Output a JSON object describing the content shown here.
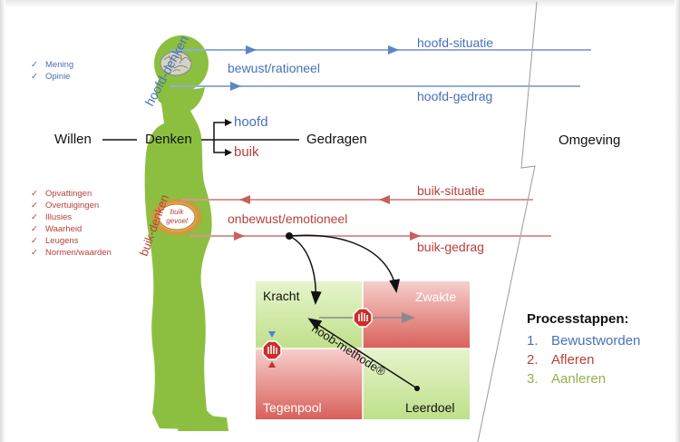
{
  "checklists": {
    "head": [
      "Mening",
      "Opinie"
    ],
    "gut": [
      "Opvattingen",
      "Overtuigingen",
      "Illusies",
      "Waarheid",
      "Leugens",
      "Normen/waarden"
    ],
    "mark": "✓"
  },
  "body_labels": {
    "head_thinking": "hoofd-denken",
    "gut_thinking": "buik-denken",
    "gut_feeling_line1": "buik",
    "gut_feeling_line2": "gevoel"
  },
  "flow": {
    "willen": "Willen",
    "denken": "Denken",
    "gedragen": "Gedragen",
    "omgeving": "Omgeving",
    "branch_head": "hoofd",
    "branch_gut": "buik"
  },
  "lines": {
    "head_situation": "hoofd-situatie",
    "conscious": "bewust/rationeel",
    "head_behavior": "hoofd-gedrag",
    "gut_situation": "buik-situatie",
    "unconscious": "onbewust/emotioneel",
    "gut_behavior": "buik-gedrag"
  },
  "quadrants": {
    "kracht": "Kracht",
    "zwakte": "Zwakte",
    "tegenpool": "Tegenpool",
    "leerdoel": "Leerdoel",
    "method": "hoob-methode®"
  },
  "process": {
    "title": "Processtappen:",
    "steps": [
      {
        "num": "1.",
        "label": "Bewustworden",
        "color": "#4a70b8"
      },
      {
        "num": "2.",
        "label": "Afleren",
        "color": "#b5413b"
      },
      {
        "num": "3.",
        "label": "Aanleren",
        "color": "#8fb44a"
      }
    ]
  },
  "colors": {
    "blue": "#4a70b8",
    "red": "#b5413b",
    "green": "#8cbf3f",
    "quad_green": "#d6ecb0",
    "quad_red": "#e08a86"
  },
  "icons": [
    "brain-icon",
    "stop-hand-icon",
    "arrow-up-down-icon"
  ]
}
